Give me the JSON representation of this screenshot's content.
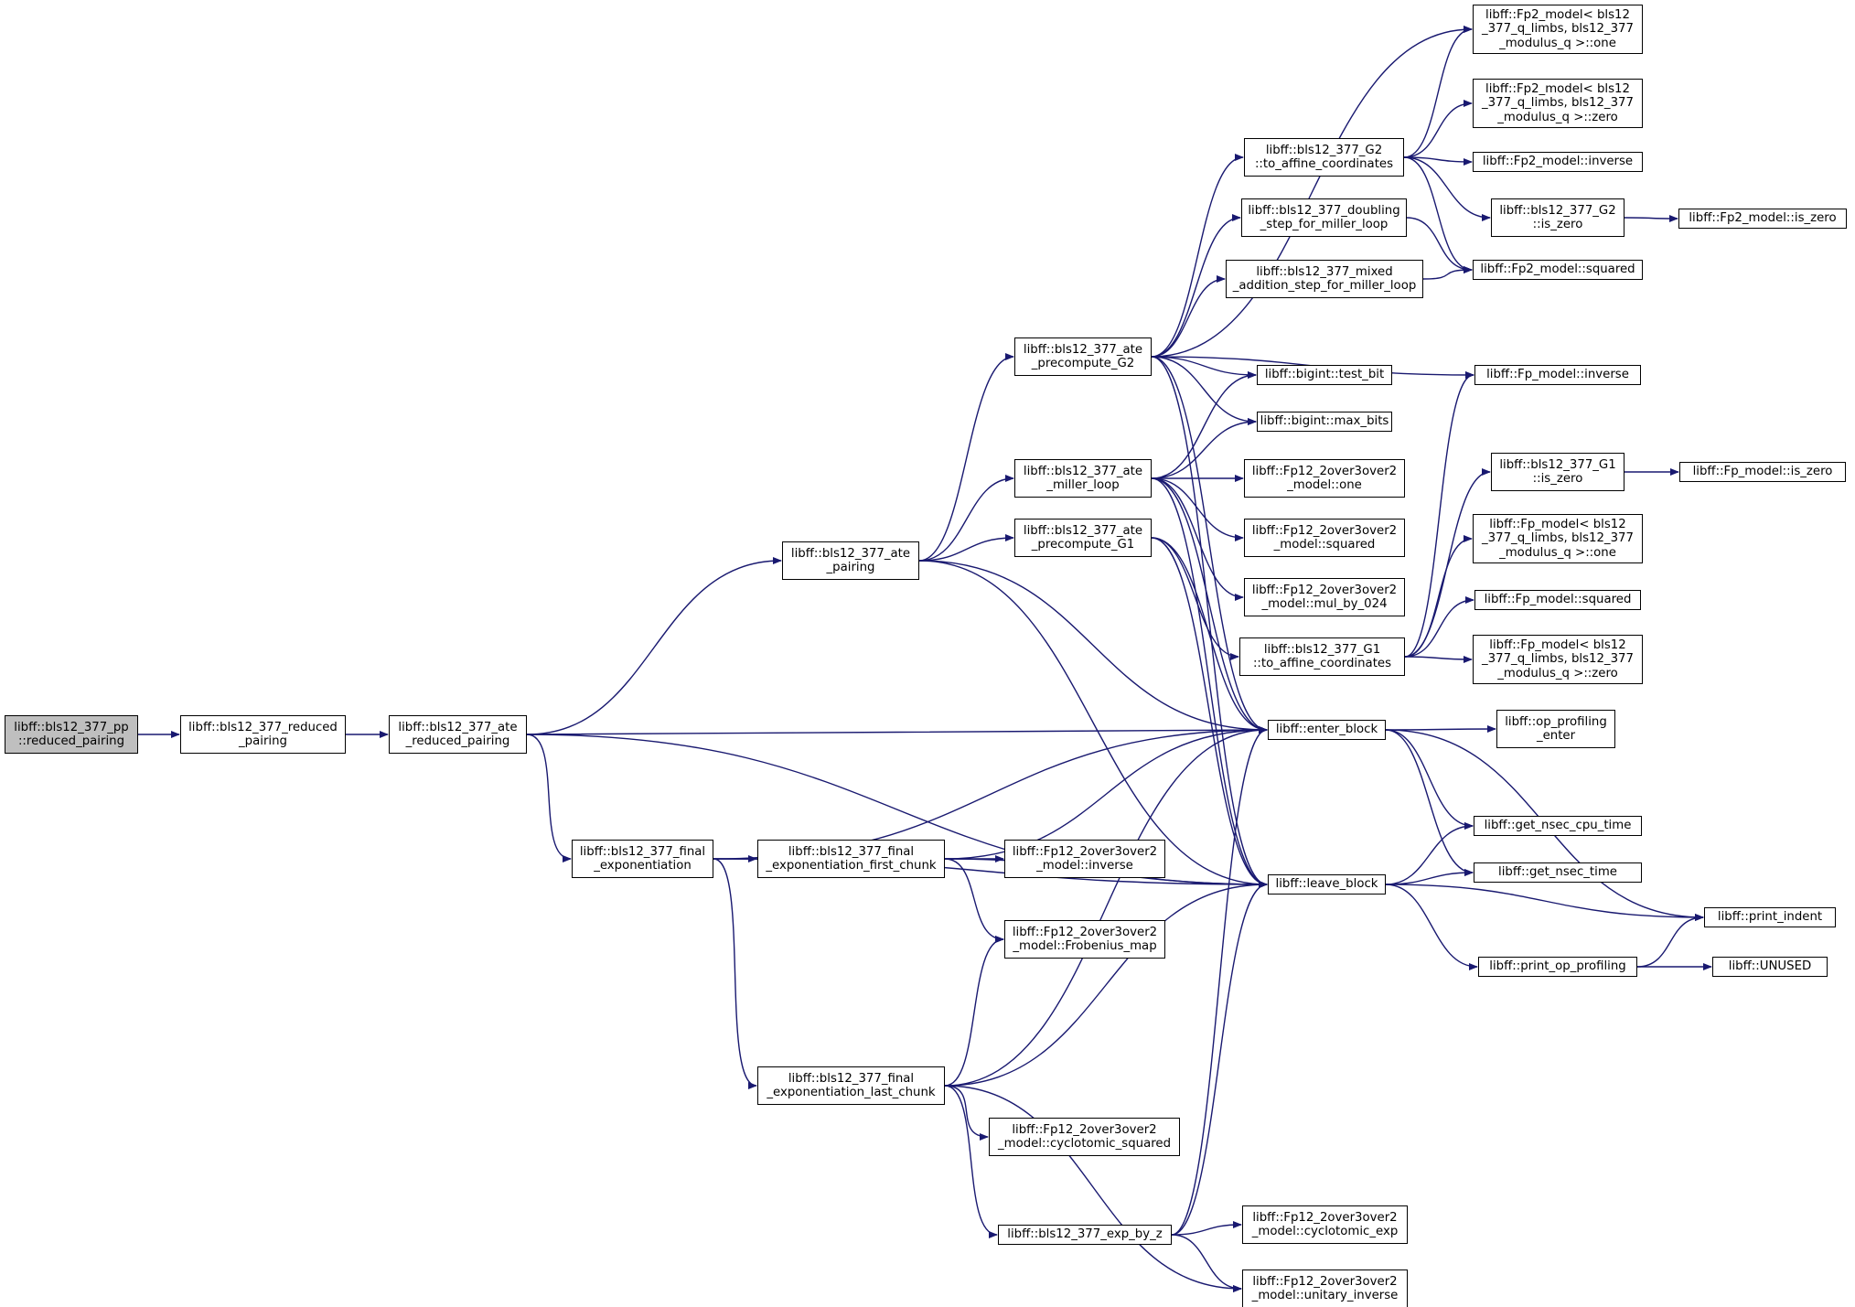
{
  "graph": {
    "type": "call-graph",
    "edge_color": "#191970",
    "root_fill": "#bfbfbf",
    "nodes": [
      {
        "id": "root",
        "lines": [
          "libff::bls12_377_pp",
          "::reduced_pairing"
        ]
      },
      {
        "id": "reduced_pairing",
        "lines": [
          "libff::bls12_377_reduced",
          "_pairing"
        ]
      },
      {
        "id": "ate_reduced_pairing",
        "lines": [
          "libff::bls12_377_ate",
          "_reduced_pairing"
        ]
      },
      {
        "id": "ate_pairing",
        "lines": [
          "libff::bls12_377_ate",
          "_pairing"
        ]
      },
      {
        "id": "final_exp",
        "lines": [
          "libff::bls12_377_final",
          "_exponentiation"
        ]
      },
      {
        "id": "precompute_G2",
        "lines": [
          "libff::bls12_377_ate",
          "_precompute_G2"
        ]
      },
      {
        "id": "miller_loop",
        "lines": [
          "libff::bls12_377_ate",
          "_miller_loop"
        ]
      },
      {
        "id": "precompute_G1",
        "lines": [
          "libff::bls12_377_ate",
          "_precompute_G1"
        ]
      },
      {
        "id": "first_chunk",
        "lines": [
          "libff::bls12_377_final",
          "_exponentiation_first_chunk"
        ]
      },
      {
        "id": "last_chunk",
        "lines": [
          "libff::bls12_377_final",
          "_exponentiation_last_chunk"
        ]
      },
      {
        "id": "exp_by_z",
        "lines": [
          "libff::bls12_377_exp_by_z"
        ]
      },
      {
        "id": "G2_affine",
        "lines": [
          "libff::bls12_377_G2",
          "::to_affine_coordinates"
        ]
      },
      {
        "id": "doubling_step",
        "lines": [
          "libff::bls12_377_doubling",
          "_step_for_miller_loop"
        ]
      },
      {
        "id": "mixed_add",
        "lines": [
          "libff::bls12_377_mixed",
          "_addition_step_for_miller_loop"
        ]
      },
      {
        "id": "test_bit",
        "lines": [
          "libff::bigint::test_bit"
        ]
      },
      {
        "id": "max_bits",
        "lines": [
          "libff::bigint::max_bits"
        ]
      },
      {
        "id": "fp12_one",
        "lines": [
          "libff::Fp12_2over3over2",
          "_model::one"
        ]
      },
      {
        "id": "fp12_squared",
        "lines": [
          "libff::Fp12_2over3over2",
          "_model::squared"
        ]
      },
      {
        "id": "fp12_mul024",
        "lines": [
          "libff::Fp12_2over3over2",
          "_model::mul_by_024"
        ]
      },
      {
        "id": "G1_affine",
        "lines": [
          "libff::bls12_377_G1",
          "::to_affine_coordinates"
        ]
      },
      {
        "id": "enter_block",
        "lines": [
          "libff::enter_block"
        ]
      },
      {
        "id": "leave_block",
        "lines": [
          "libff::leave_block"
        ]
      },
      {
        "id": "fp12_inverse",
        "lines": [
          "libff::Fp12_2over3over2",
          "_model::inverse"
        ]
      },
      {
        "id": "fp12_frob",
        "lines": [
          "libff::Fp12_2over3over2",
          "_model::Frobenius_map"
        ]
      },
      {
        "id": "fp12_cyc_sq",
        "lines": [
          "libff::Fp12_2over3over2",
          "_model::cyclotomic_squared"
        ]
      },
      {
        "id": "fp12_cyc_exp",
        "lines": [
          "libff::Fp12_2over3over2",
          "_model::cyclotomic_exp"
        ]
      },
      {
        "id": "fp12_unitary",
        "lines": [
          "libff::Fp12_2over3over2",
          "_model::unitary_inverse"
        ]
      },
      {
        "id": "fp2_one",
        "lines": [
          "libff::Fp2_model< bls12",
          "_377_q_limbs, bls12_377",
          "_modulus_q >::one"
        ]
      },
      {
        "id": "fp2_zero",
        "lines": [
          "libff::Fp2_model< bls12",
          "_377_q_limbs, bls12_377",
          "_modulus_q >::zero"
        ]
      },
      {
        "id": "fp2_inverse",
        "lines": [
          "libff::Fp2_model::inverse"
        ]
      },
      {
        "id": "G2_is_zero",
        "lines": [
          "libff::bls12_377_G2",
          "::is_zero"
        ]
      },
      {
        "id": "fp2_squared",
        "lines": [
          "libff::Fp2_model::squared"
        ]
      },
      {
        "id": "fp_inverse",
        "lines": [
          "libff::Fp_model::inverse"
        ]
      },
      {
        "id": "G1_is_zero",
        "lines": [
          "libff::bls12_377_G1",
          "::is_zero"
        ]
      },
      {
        "id": "fp_one",
        "lines": [
          "libff::Fp_model< bls12",
          "_377_q_limbs, bls12_377",
          "_modulus_q >::one"
        ]
      },
      {
        "id": "fp_squared",
        "lines": [
          "libff::Fp_model::squared"
        ]
      },
      {
        "id": "fp_zero",
        "lines": [
          "libff::Fp_model< bls12",
          "_377_q_limbs, bls12_377",
          "_modulus_q >::zero"
        ]
      },
      {
        "id": "op_prof_enter",
        "lines": [
          "libff::op_profiling",
          "_enter"
        ]
      },
      {
        "id": "nsec_cpu",
        "lines": [
          "libff::get_nsec_cpu_time"
        ]
      },
      {
        "id": "nsec_time",
        "lines": [
          "libff::get_nsec_time"
        ]
      },
      {
        "id": "print_op_prof",
        "lines": [
          "libff::print_op_profiling"
        ]
      },
      {
        "id": "print_indent",
        "lines": [
          "libff::print_indent"
        ]
      },
      {
        "id": "unused",
        "lines": [
          "libff::UNUSED"
        ]
      },
      {
        "id": "fp2_is_zero",
        "lines": [
          "libff::Fp2_model::is_zero"
        ]
      },
      {
        "id": "fp_is_zero",
        "lines": [
          "libff::Fp_model::is_zero"
        ]
      }
    ],
    "edges": [
      [
        "root",
        "reduced_pairing"
      ],
      [
        "reduced_pairing",
        "ate_reduced_pairing"
      ],
      [
        "ate_reduced_pairing",
        "ate_pairing"
      ],
      [
        "ate_reduced_pairing",
        "enter_block"
      ],
      [
        "ate_reduced_pairing",
        "final_exp"
      ],
      [
        "ate_reduced_pairing",
        "leave_block"
      ],
      [
        "ate_pairing",
        "precompute_G2"
      ],
      [
        "ate_pairing",
        "miller_loop"
      ],
      [
        "ate_pairing",
        "precompute_G1"
      ],
      [
        "ate_pairing",
        "enter_block"
      ],
      [
        "ate_pairing",
        "leave_block"
      ],
      [
        "precompute_G2",
        "fp2_one"
      ],
      [
        "precompute_G2",
        "G2_affine"
      ],
      [
        "precompute_G2",
        "doubling_step"
      ],
      [
        "precompute_G2",
        "mixed_add"
      ],
      [
        "precompute_G2",
        "fp_inverse"
      ],
      [
        "precompute_G2",
        "test_bit"
      ],
      [
        "precompute_G2",
        "max_bits"
      ],
      [
        "precompute_G2",
        "enter_block"
      ],
      [
        "precompute_G2",
        "leave_block"
      ],
      [
        "G2_affine",
        "fp2_one"
      ],
      [
        "G2_affine",
        "fp2_zero"
      ],
      [
        "G2_affine",
        "fp2_inverse"
      ],
      [
        "G2_affine",
        "G2_is_zero"
      ],
      [
        "G2_affine",
        "fp2_squared"
      ],
      [
        "G2_is_zero",
        "fp2_is_zero"
      ],
      [
        "doubling_step",
        "fp2_squared"
      ],
      [
        "mixed_add",
        "fp2_squared"
      ],
      [
        "miller_loop",
        "test_bit"
      ],
      [
        "miller_loop",
        "max_bits"
      ],
      [
        "miller_loop",
        "fp12_one"
      ],
      [
        "miller_loop",
        "fp12_squared"
      ],
      [
        "miller_loop",
        "fp12_mul024"
      ],
      [
        "miller_loop",
        "enter_block"
      ],
      [
        "miller_loop",
        "leave_block"
      ],
      [
        "precompute_G1",
        "G1_affine"
      ],
      [
        "precompute_G1",
        "enter_block"
      ],
      [
        "precompute_G1",
        "leave_block"
      ],
      [
        "G1_affine",
        "fp_inverse"
      ],
      [
        "G1_affine",
        "G1_is_zero"
      ],
      [
        "G1_affine",
        "fp_one"
      ],
      [
        "G1_affine",
        "fp_squared"
      ],
      [
        "G1_affine",
        "fp_zero"
      ],
      [
        "G1_is_zero",
        "fp_is_zero"
      ],
      [
        "final_exp",
        "enter_block"
      ],
      [
        "final_exp",
        "first_chunk"
      ],
      [
        "final_exp",
        "leave_block"
      ],
      [
        "final_exp",
        "last_chunk"
      ],
      [
        "first_chunk",
        "enter_block"
      ],
      [
        "first_chunk",
        "fp12_inverse"
      ],
      [
        "first_chunk",
        "leave_block"
      ],
      [
        "first_chunk",
        "fp12_frob"
      ],
      [
        "last_chunk",
        "fp12_frob"
      ],
      [
        "last_chunk",
        "enter_block"
      ],
      [
        "last_chunk",
        "leave_block"
      ],
      [
        "last_chunk",
        "fp12_cyc_sq"
      ],
      [
        "last_chunk",
        "exp_by_z"
      ],
      [
        "last_chunk",
        "fp12_unitary"
      ],
      [
        "exp_by_z",
        "enter_block"
      ],
      [
        "exp_by_z",
        "leave_block"
      ],
      [
        "exp_by_z",
        "fp12_cyc_exp"
      ],
      [
        "exp_by_z",
        "fp12_unitary"
      ],
      [
        "enter_block",
        "op_prof_enter"
      ],
      [
        "enter_block",
        "nsec_cpu"
      ],
      [
        "enter_block",
        "nsec_time"
      ],
      [
        "enter_block",
        "print_indent"
      ],
      [
        "leave_block",
        "nsec_cpu"
      ],
      [
        "leave_block",
        "nsec_time"
      ],
      [
        "leave_block",
        "print_indent"
      ],
      [
        "leave_block",
        "print_op_prof"
      ],
      [
        "print_op_prof",
        "print_indent"
      ],
      [
        "print_op_prof",
        "unused"
      ]
    ]
  }
}
